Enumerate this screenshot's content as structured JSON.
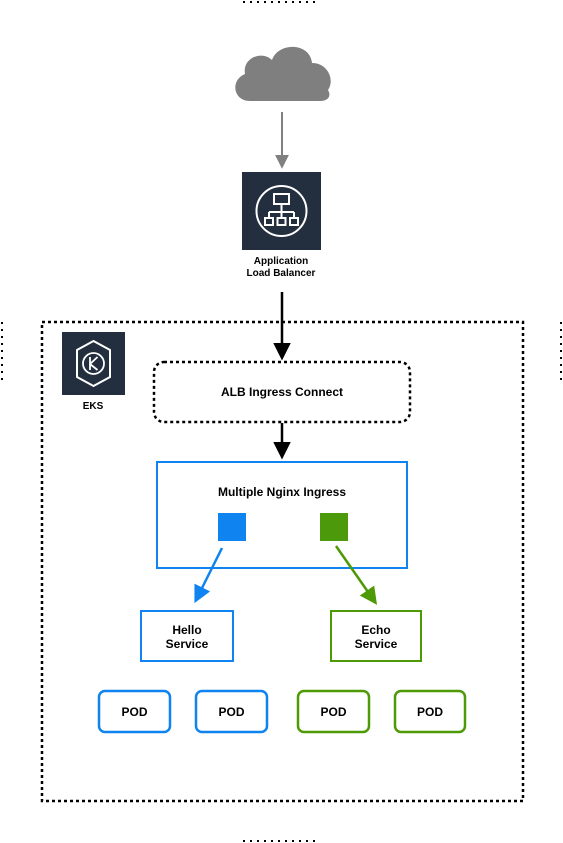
{
  "diagram": {
    "alb": {
      "label_line1": "Application",
      "label_line2": "Load Balancer",
      "icon": "load-balancer-icon"
    },
    "eks": {
      "label": "EKS",
      "icon": "kubernetes-icon"
    },
    "cloud": {
      "icon": "cloud-icon"
    },
    "alb_ingress": {
      "label": "ALB Ingress Connect"
    },
    "nginx_ingress": {
      "label": "Multiple Nginx Ingress"
    },
    "hello_service": {
      "label_line1": "Hello",
      "label_line2": "Service"
    },
    "echo_service": {
      "label_line1": "Echo",
      "label_line2": "Service"
    },
    "pods": [
      {
        "label": "POD"
      },
      {
        "label": "POD"
      },
      {
        "label": "POD"
      },
      {
        "label": "POD"
      }
    ],
    "colors": {
      "blue": "#0F84F0",
      "green": "#4E9A06",
      "green_fill": "#4C9A0C",
      "aws_dark": "#232F3E",
      "cloud_gray": "#7F7F7F",
      "arrow_gray": "#808080",
      "black": "#000000"
    }
  }
}
